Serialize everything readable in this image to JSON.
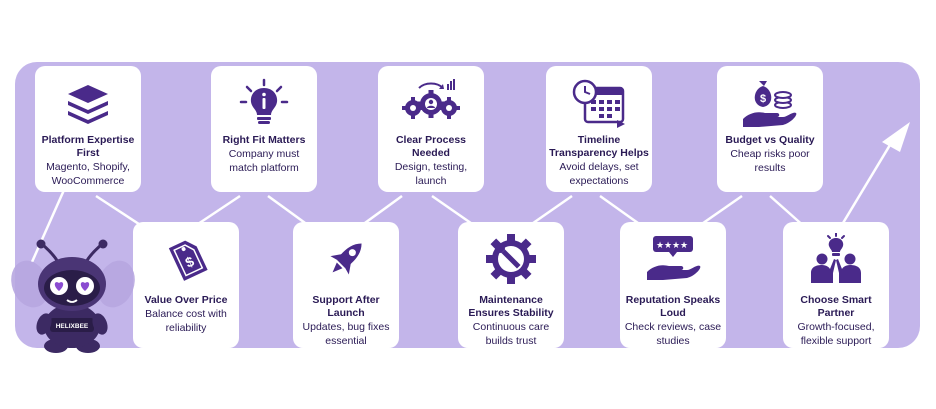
{
  "colors": {
    "band": "#c3b5ea",
    "icon": "#4a2a8a",
    "text": "#2a1a55",
    "card": "#ffffff",
    "arrow": "#ffffff"
  },
  "mascot": {
    "badge": "HELIXBEE"
  },
  "cards": [
    {
      "title": "Platform Expertise First",
      "desc": "Magento, Shopify, WooCommerce",
      "icon": "layers-icon"
    },
    {
      "title": "Value Over Price",
      "desc": "Balance cost with reliability",
      "icon": "price-tag-icon"
    },
    {
      "title": "Right Fit Matters",
      "desc": "Company must match platform",
      "icon": "lightbulb-icon"
    },
    {
      "title": "Support After Launch",
      "desc": "Updates, bug fixes essential",
      "icon": "rocket-icon"
    },
    {
      "title": "Clear Process Needed",
      "desc": "Design, testing, launch",
      "icon": "gears-process-icon"
    },
    {
      "title": "Maintenance Ensures Stability",
      "desc": "Continuous care builds trust",
      "icon": "gear-wrench-icon"
    },
    {
      "title": "Timeline Transparency Helps",
      "desc": "Avoid delays, set expectations",
      "icon": "calendar-clock-icon"
    },
    {
      "title": "Reputation Speaks Loud",
      "desc": "Check reviews, case studies",
      "icon": "rating-hand-icon"
    },
    {
      "title": "Budget vs Quality",
      "desc": "Cheap risks poor results",
      "icon": "money-hand-icon"
    },
    {
      "title": "Choose Smart Partner",
      "desc": "Growth-focused, flexible support",
      "icon": "team-idea-icon"
    }
  ]
}
